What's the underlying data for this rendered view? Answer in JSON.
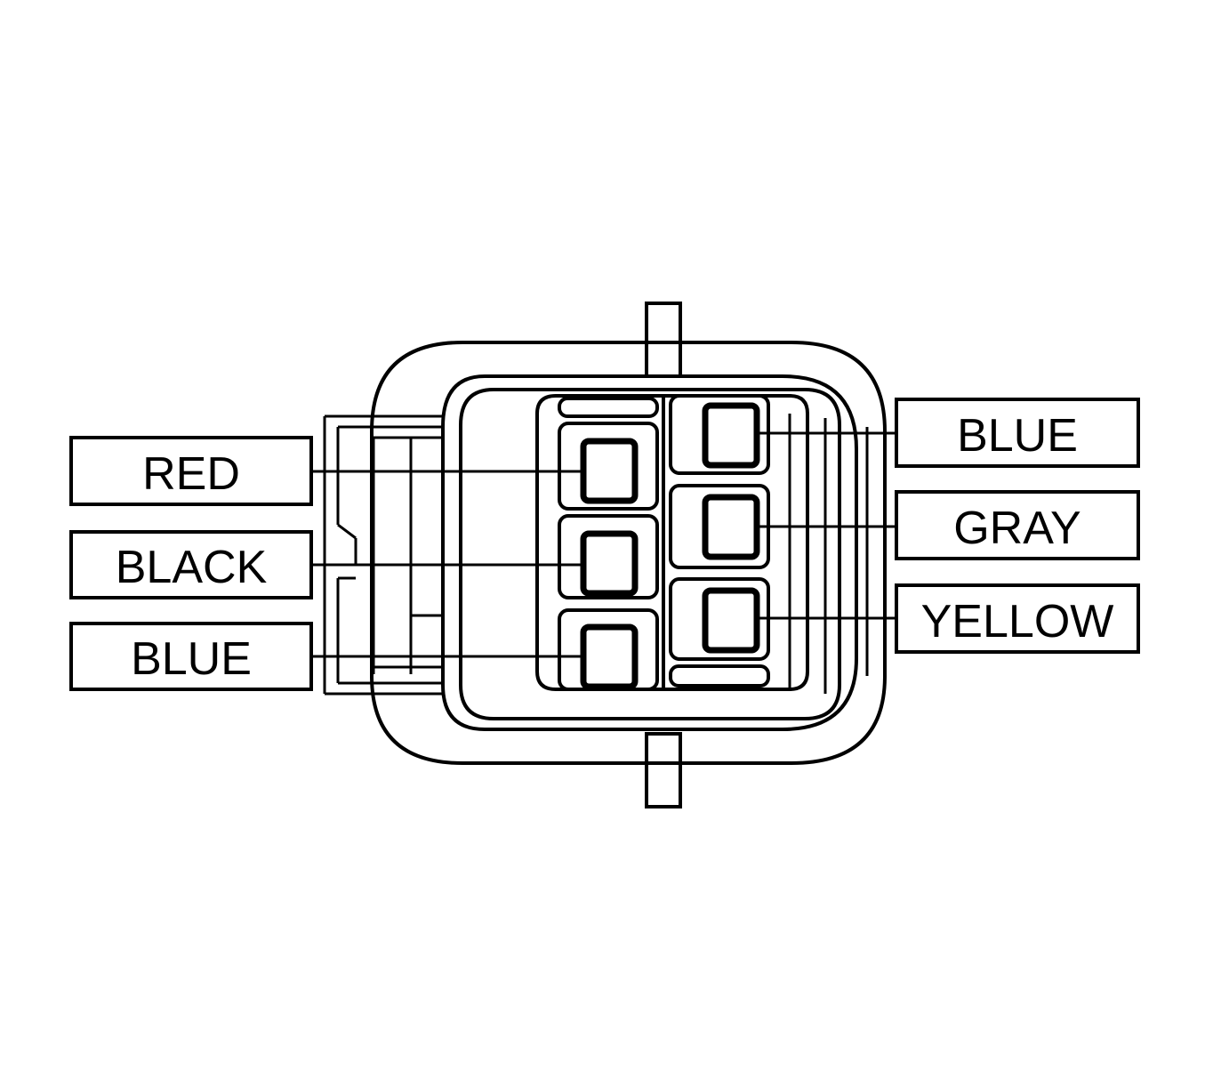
{
  "labels": {
    "left": [
      {
        "text": "RED"
      },
      {
        "text": "BLACK"
      },
      {
        "text": "BLUE"
      }
    ],
    "right": [
      {
        "text": "BLUE"
      },
      {
        "text": "GRAY"
      },
      {
        "text": "YELLOW"
      }
    ]
  }
}
